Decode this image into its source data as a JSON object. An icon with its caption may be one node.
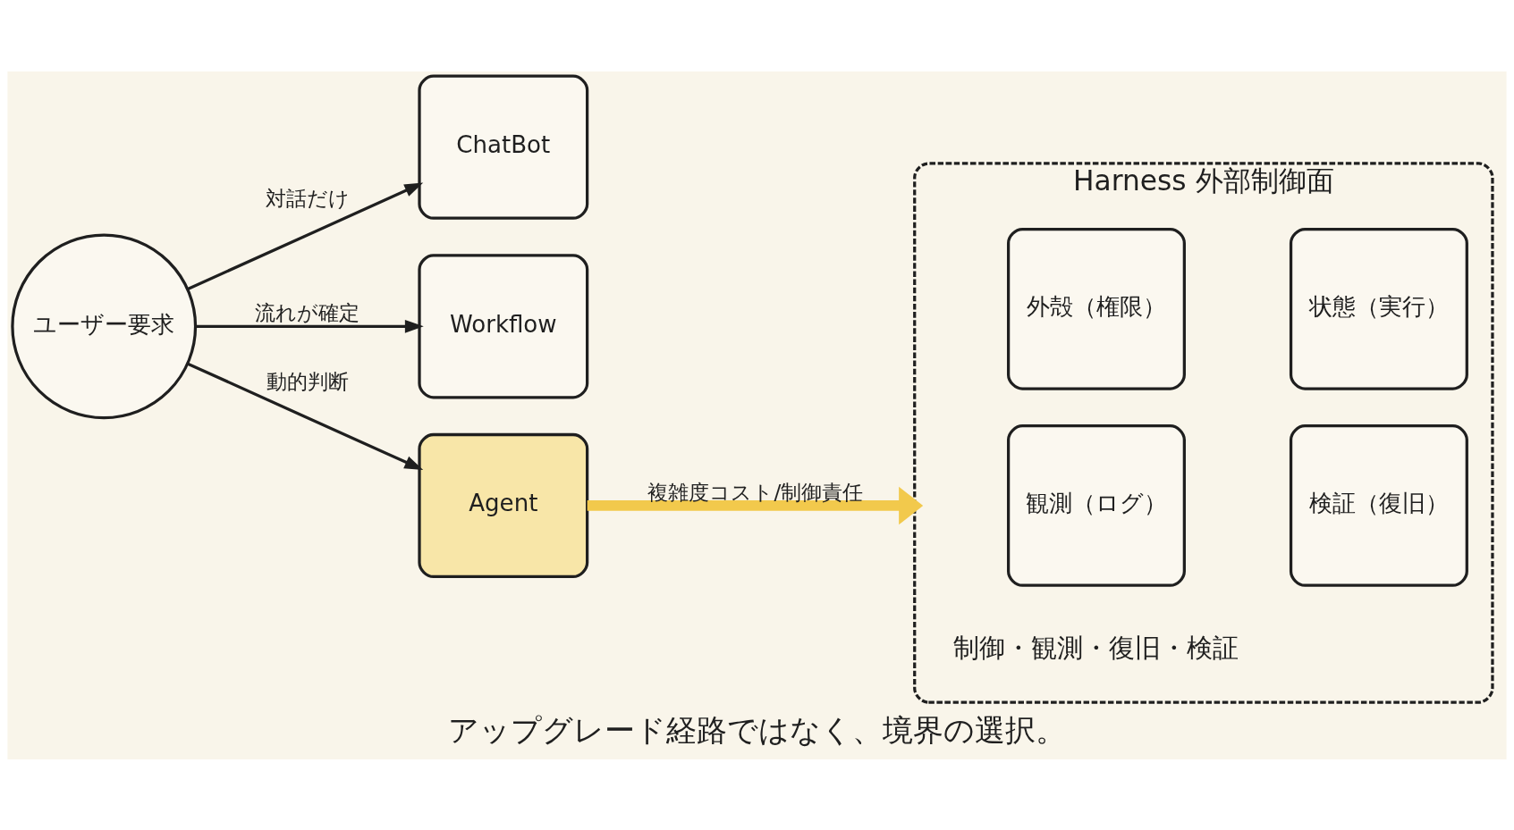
{
  "diagram": {
    "caption": "アップグレード経路ではなく、境界の選択。",
    "nodes": [
      {
        "text": [
          "ユーザー要求"
        ]
      },
      {
        "text": [
          "ChatBot"
        ]
      },
      {
        "text": [
          "Workflow"
        ]
      },
      {
        "text": [
          "Agent"
        ]
      },
      {
        "text": [
          "Harness 外部制御面"
        ]
      },
      {
        "text": [
          "外殻（権限）"
        ],
        "in": 4
      },
      {
        "text": [
          "状態（実行）"
        ],
        "in": 4
      },
      {
        "text": [
          "観測（ログ）"
        ],
        "in": 4
      },
      {
        "text": [
          "検証（復旧）"
        ],
        "in": 4
      }
    ],
    "edges": [
      {
        "from": 0,
        "to": 1,
        "arrow": "to",
        "label": "対話だけ"
      },
      {
        "from": 0,
        "to": 2,
        "arrow": "to",
        "label": "流れが確定"
      },
      {
        "from": 0,
        "to": 3,
        "arrow": "to",
        "label": "動的判断"
      },
      {
        "from": 3,
        "to": 4,
        "arrow": "to",
        "label": "複雑度コスト/制御責任",
        "style": "thick",
        "color": "#f2c94c"
      }
    ],
    "labels": [
      "制御・観測・復旧・検証"
    ]
  }
}
